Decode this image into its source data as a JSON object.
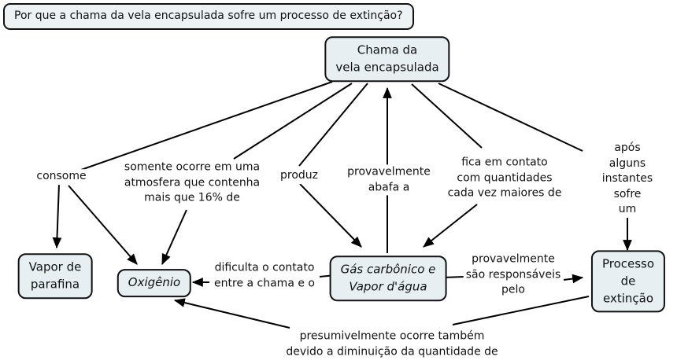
{
  "question": "Por que a chama da vela encapsulada sofre um processo de extinção?",
  "nodes": {
    "chama": "Chama da\nvela encapsulada",
    "vapor_parafina": "Vapor de\nparafina",
    "oxigenio": "Oxigênio",
    "gas_carbonico": "Gás carbônico e\nVapor d'água",
    "processo_extincao": "Processo de\nextinção"
  },
  "links": {
    "consome": "consome",
    "somente_ocorre": "somente ocorre em uma\natmosfera que contenha\nmais que 16% de",
    "produz": "produz",
    "provavelmente_abafa": "provavelmente\nabafa a",
    "fica_em_contato": "fica em contato\ncom quantidades\ncada vez maiores de",
    "apos_alguns": "após alguns\ninstantes sofre\num",
    "dificulta_contato": "dificulta o contato\nentre a chama e o",
    "responsaveis": "provavelmente\nsão responsáveis\npelo",
    "presumivelmente": "presumivelmente ocorre também\ndevido a diminuição da quantidade de"
  },
  "colors": {
    "node_fill": "#e7eff2",
    "node_border": "#111111",
    "line": "#000000",
    "background": "#ffffff"
  }
}
